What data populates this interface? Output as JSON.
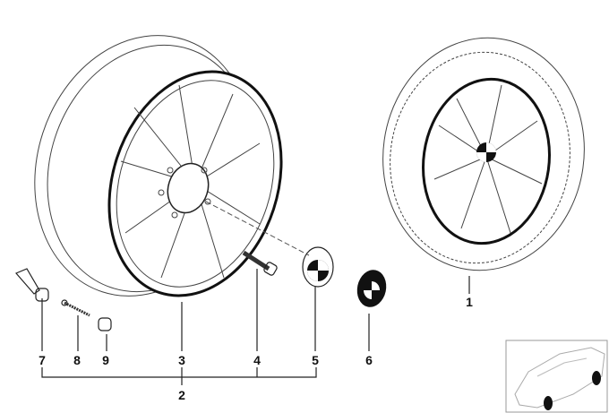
{
  "diagram": {
    "callouts": {
      "p1": "1",
      "p2": "2",
      "p3": "3",
      "p4": "4",
      "p5": "5",
      "p6": "6",
      "p7": "7",
      "p8": "8",
      "p9": "9"
    },
    "colors": {
      "line": "#222222",
      "background": "#ffffff"
    }
  }
}
